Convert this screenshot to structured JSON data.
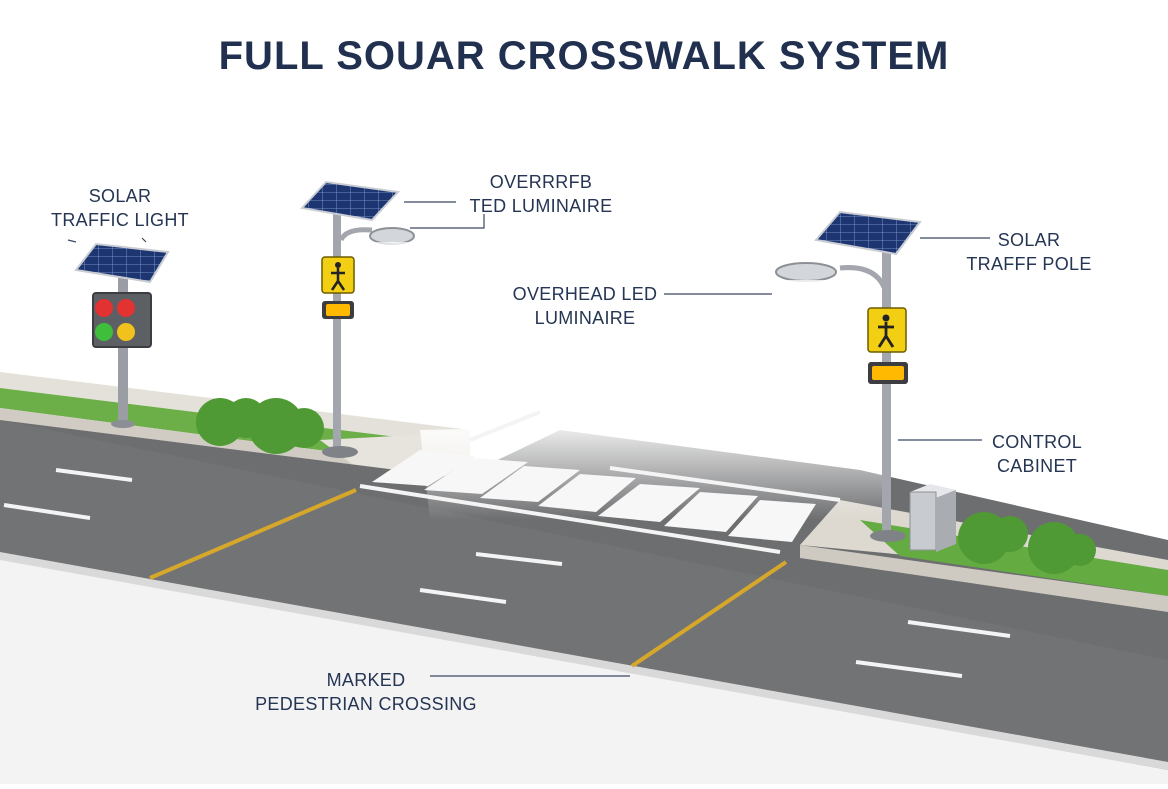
{
  "title": "FULL SOUAR CROSSWALK SYSTEM",
  "labels": {
    "solar_traffic_light": {
      "line1": "SOLAR",
      "line2": "TRAFFIC LIGHT"
    },
    "overhead_luminaire_top": {
      "line1": "OVERRRFB",
      "line2": "TED LUMINAIRE"
    },
    "overhead_led_luminaire": {
      "line1": "OVERHEAD LED",
      "line2": "LUMINAIRE"
    },
    "solar_traffic_pole": {
      "line1": "SOLAR",
      "line2": "TRAFFF POLE"
    },
    "control_cabinet": {
      "line1": "CONTROL",
      "line2": "CABINET"
    },
    "pedestrian_crossing": {
      "line1": "MARKED",
      "line2": "PEDESTRIAN CROSSING"
    }
  },
  "colors": {
    "title": "#22304f",
    "label": "#253553",
    "asphalt": "#6f7072",
    "grass": "#5ea640",
    "curb": "#d9d6cf",
    "yellow_line": "#d6a72a",
    "sign_yellow": "#f2cf12",
    "panel_blue": "#1f3a78"
  }
}
